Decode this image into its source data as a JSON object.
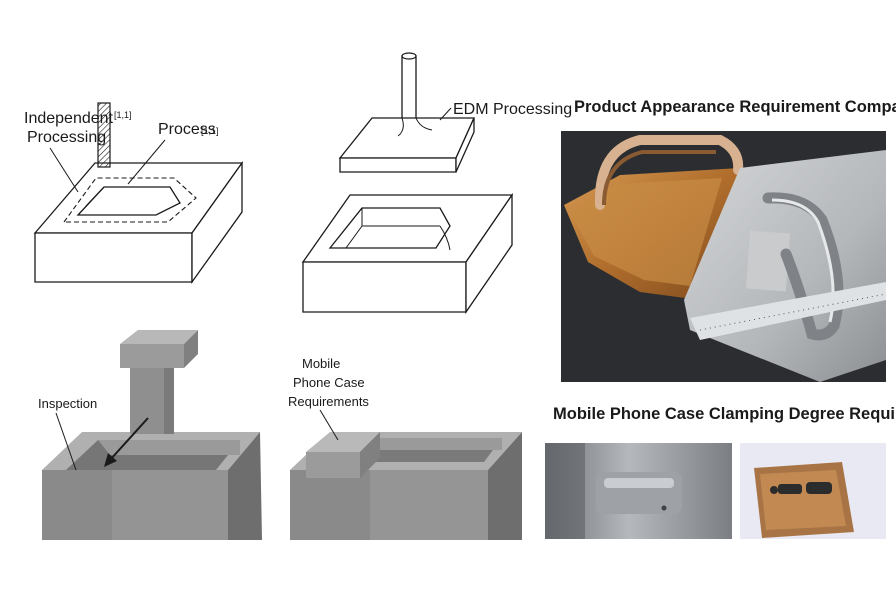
{
  "labels": {
    "independent_processing": [
      "Independent",
      "Processing"
    ],
    "process": "Process",
    "process_tag": "[1,1]",
    "tool_tag": "[1,1]",
    "edm_processing": "EDM Processing",
    "inspection": "Inspection",
    "mobile_case_req": [
      "Mobile",
      "Phone Case",
      "Requirements"
    ]
  },
  "titles": {
    "appearance": "Product Appearance Requirement Comparison",
    "clamping": "Mobile Phone Case Clamping Degree Requirements"
  },
  "colors": {
    "line": "#1a1a1a",
    "gray_block": "#8f8f8f",
    "gray_dark": "#6e6e6e",
    "gray_light": "#a9a9a9",
    "copper": "#b77a3a",
    "silver": "#b9bcbf"
  }
}
